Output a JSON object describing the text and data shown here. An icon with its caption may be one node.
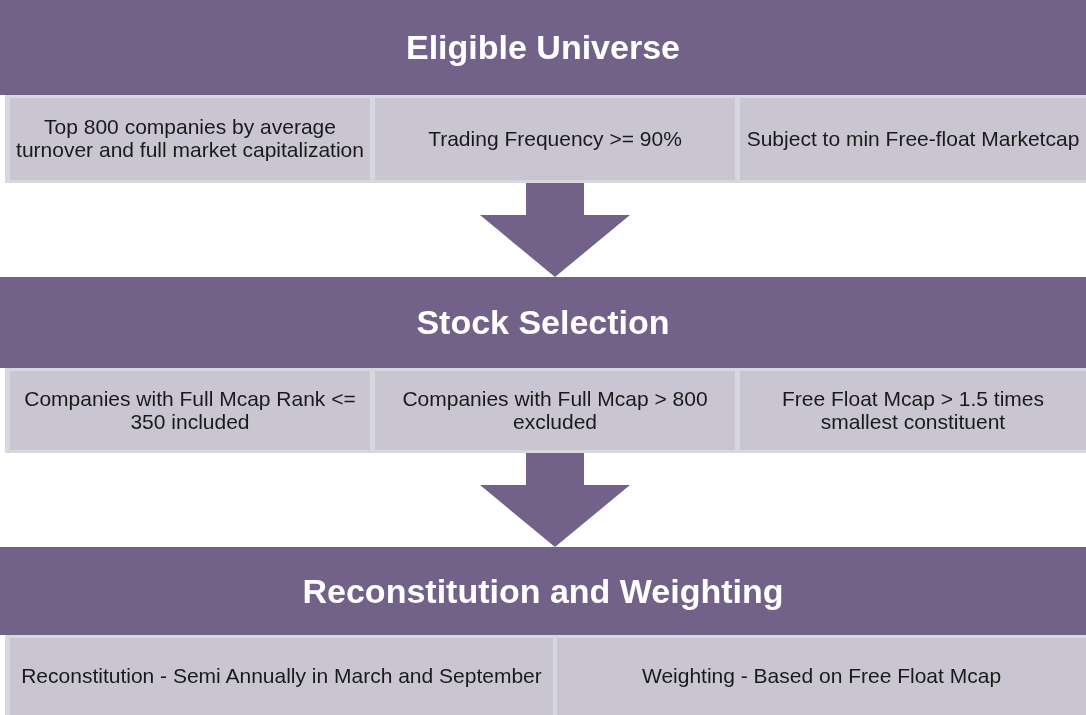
{
  "diagram": {
    "nodes": [
      {
        "text": [
          "Eligible Universe"
        ]
      },
      {
        "text": [
          "Top 800 companies by average turnover and full market capitalization"
        ]
      },
      {
        "text": [
          "Trading Frequency >= 90%"
        ]
      },
      {
        "text": [
          "Subject to min Free-float Marketcap"
        ]
      },
      {
        "text": [
          "Stock Selection"
        ]
      },
      {
        "text": [
          "Companies with Full Mcap Rank <= 350 included"
        ]
      },
      {
        "text": [
          "Companies with Full Mcap > 800 excluded"
        ]
      },
      {
        "text": [
          "Free Float Mcap > 1.5 times smallest constituent"
        ]
      },
      {
        "text": [
          "Reconstitution and Weighting"
        ]
      },
      {
        "text": [
          "Reconstitution - Semi Annually in March and September"
        ]
      },
      {
        "text": [
          "Weighting - Based on Free Float Mcap"
        ]
      }
    ],
    "edges": [
      {
        "from": 2,
        "to": 4,
        "arrow": "to"
      },
      {
        "from": 6,
        "to": 8,
        "arrow": "to"
      }
    ]
  }
}
